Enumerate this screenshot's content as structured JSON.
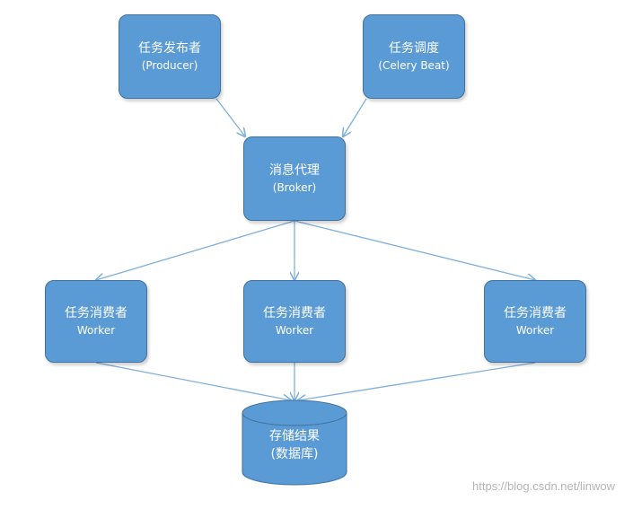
{
  "nodes": {
    "producer": {
      "title": "任务发布者",
      "subtitle": "(Producer)"
    },
    "beat": {
      "title": "任务调度",
      "subtitle": "(Celery Beat)"
    },
    "broker": {
      "title": "消息代理",
      "subtitle": "(Broker)"
    },
    "worker1": {
      "title": "任务消费者",
      "subtitle": "Worker"
    },
    "worker2": {
      "title": "任务消费者",
      "subtitle": "Worker"
    },
    "worker3": {
      "title": "任务消费者",
      "subtitle": "Worker"
    },
    "storage": {
      "title": "存储结果",
      "subtitle": "(数据库)"
    }
  },
  "colors": {
    "node_fill": "#5b9bd5",
    "node_border": "#41719c",
    "arrow": "#7fb0dc",
    "node_text": "#ffffff"
  },
  "watermark": "https://blog.csdn.net/linwow"
}
